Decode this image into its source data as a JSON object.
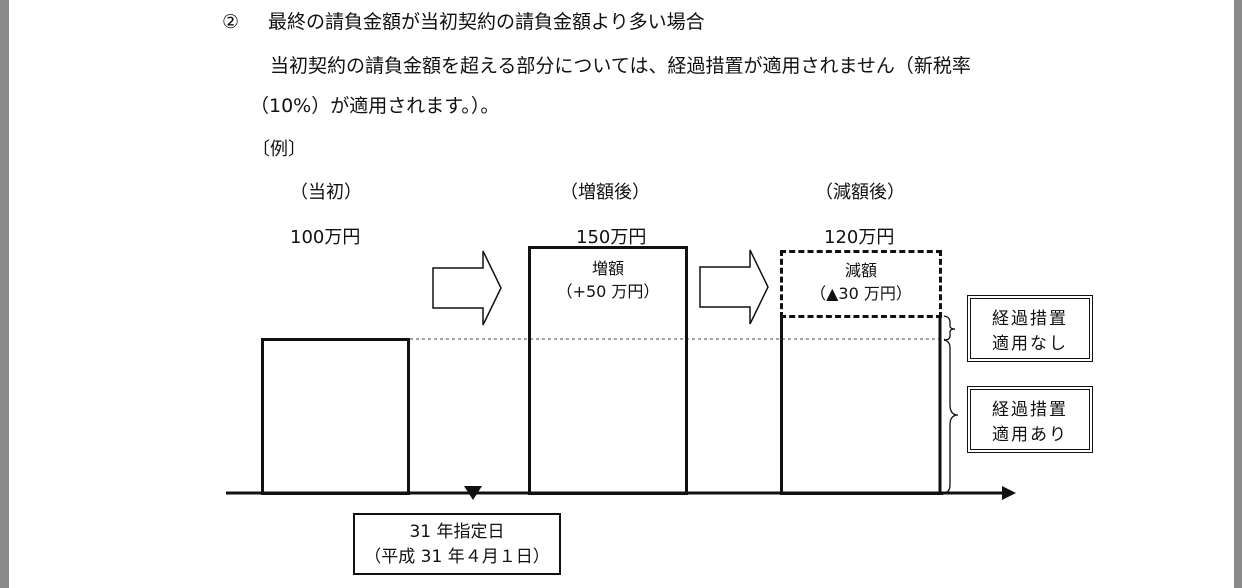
{
  "heading": {
    "number": "②",
    "text": "最終の請負金額が当初契約の請負金額より多い場合"
  },
  "paragraph": {
    "line1": "当初契約の請負金額を超える部分については、経過措置が適用されません（新税率",
    "line2": "（10%）が適用されます。）。"
  },
  "example_label": "〔例〕",
  "columns": [
    {
      "title": "（当初）",
      "amount": "100万円"
    },
    {
      "title": "（増額後）",
      "amount": "150万円",
      "inner_line1": "増額",
      "inner_line2": "（+50 万円）"
    },
    {
      "title": "（減額後）",
      "amount": "120万円",
      "inner_line1": "減額",
      "inner_line2": "（▲30 万円）"
    }
  ],
  "side_boxes": {
    "not_applied": {
      "line1": "経過措置",
      "line2": "適用なし"
    },
    "applied": {
      "line1": "経過措置",
      "line2": "適用あり"
    }
  },
  "specified_date": {
    "line1": "31 年指定日",
    "line2": "（平成 31 年４月１日）"
  }
}
